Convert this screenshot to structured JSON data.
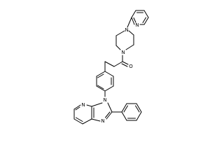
{
  "molecule": {
    "atom_labels": {
      "n_pyridine_top": "N",
      "n_piperazine_top": "N",
      "n_piperazine_amide": "N",
      "o_carbonyl": "O",
      "n_imidazole_aryl": "N",
      "n_pyridine_fused": "N",
      "n_imidazole_imine": "N"
    },
    "colors": {
      "bond": "#000000",
      "label": "#000000",
      "background": "#ffffff"
    }
  }
}
